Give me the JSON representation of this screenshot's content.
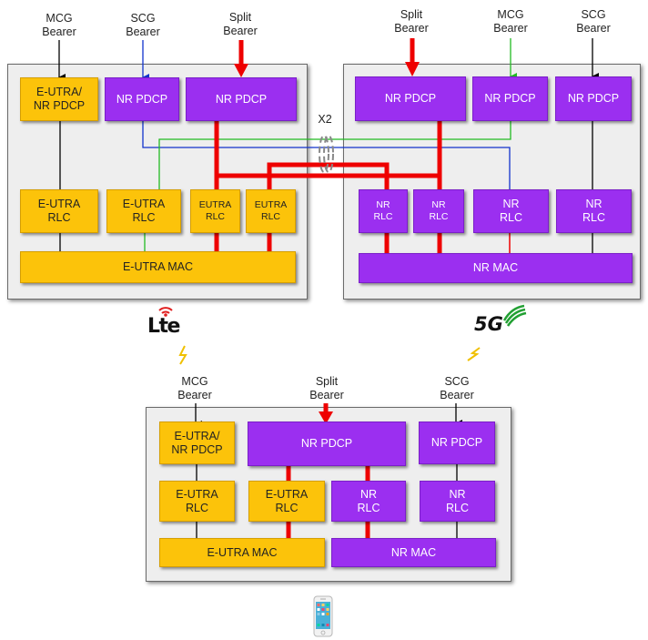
{
  "bearers": {
    "mcg": "MCG\nBearer",
    "scg": "SCG\nBearer",
    "split": "Split\nBearer"
  },
  "x2_label": "X2",
  "blocks": {
    "eutra_nr_pdcp": "E-UTRA/\nNR PDCP",
    "nr_pdcp": "NR PDCP",
    "eutra_rlc": "E-UTRA\nRLC",
    "eutra_rlc_compact": "EUTRA\nRLC",
    "nr_rlc": "NR\nRLC",
    "eutra_mac": "E-UTRA MAC",
    "nr_mac": "NR MAC"
  },
  "logos": {
    "lte": "Lte",
    "fiveg": "5G"
  },
  "colors": {
    "eutra": "#fcc30a",
    "nr": "#9b2ff0",
    "split": "#ee0000",
    "mcg_line": "#22bb22",
    "scg_line": "#1133cc"
  }
}
